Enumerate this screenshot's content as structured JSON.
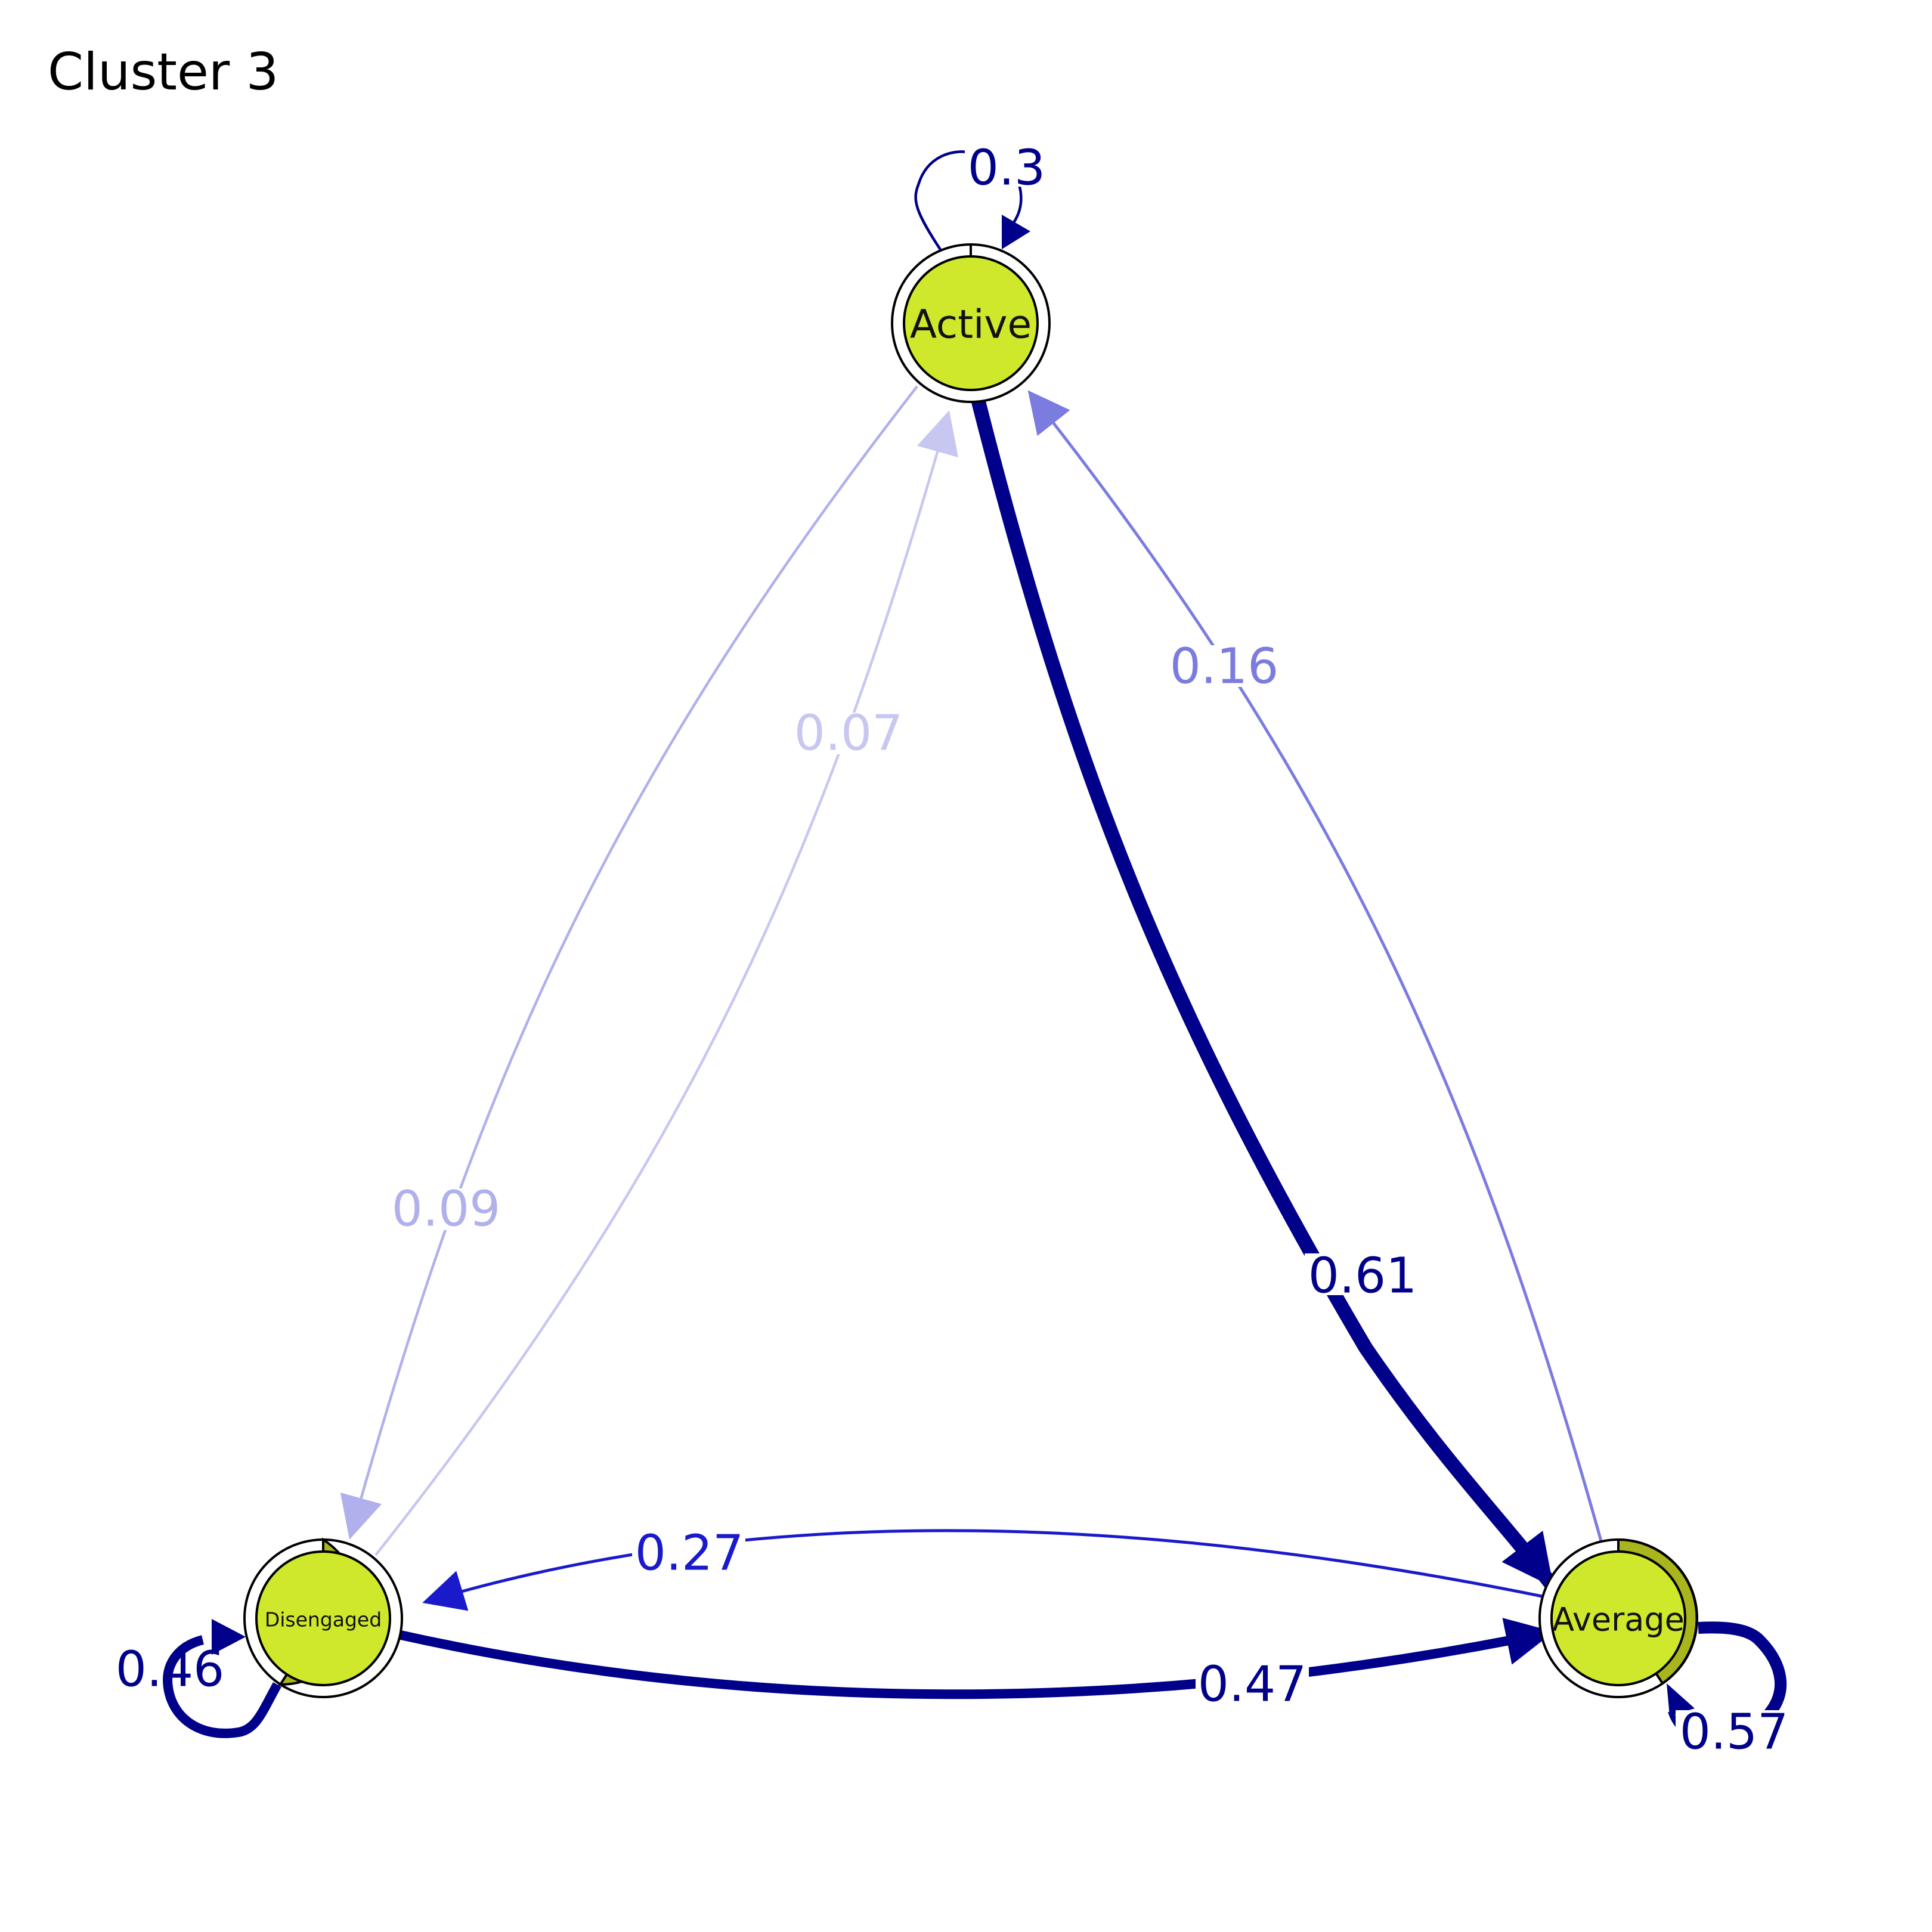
{
  "title": "Cluster 3",
  "colors": {
    "node_fill": "#cfe82b",
    "node_ring": "#a8b51c",
    "node_outline": "#000000",
    "edge_strong": "#00008b",
    "edge_mid": "#1a1acc",
    "edge_light": "#7b7be0",
    "edge_faint": "#b0b0ec",
    "edge_faintest": "#c7c7f2"
  },
  "nodes": [
    {
      "id": "active",
      "label": "Active",
      "icon": "circle-node"
    },
    {
      "id": "disengaged",
      "label": "Disengaged",
      "icon": "circle-node"
    },
    {
      "id": "average",
      "label": "Average",
      "icon": "circle-node"
    }
  ],
  "edges": [
    {
      "from": "Active",
      "to": "Active",
      "weight": "0.3"
    },
    {
      "from": "Active",
      "to": "Average",
      "weight": "0.61"
    },
    {
      "from": "Average",
      "to": "Active",
      "weight": "0.16"
    },
    {
      "from": "Disengaged",
      "to": "Active",
      "weight": "0.07"
    },
    {
      "from": "Active",
      "to": "Disengaged",
      "weight": "0.09"
    },
    {
      "from": "Average",
      "to": "Disengaged",
      "weight": "0.27"
    },
    {
      "from": "Disengaged",
      "to": "Average",
      "weight": "0.47"
    },
    {
      "from": "Disengaged",
      "to": "Disengaged",
      "weight": "0.46"
    },
    {
      "from": "Average",
      "to": "Average",
      "weight": "0.57"
    }
  ]
}
